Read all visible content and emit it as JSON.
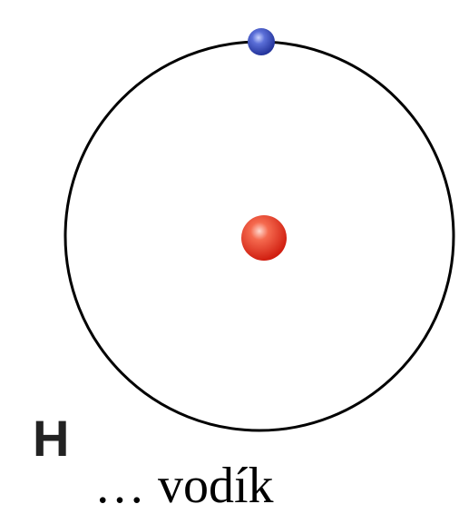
{
  "diagram": {
    "element_symbol": "H",
    "caption": "… vodík",
    "colors": {
      "orbit": "#000000",
      "nucleus": "#e8321f",
      "electron": "#2f45b5"
    },
    "nucleus_count": 1,
    "electron_count": 1,
    "orbit_count": 1
  }
}
